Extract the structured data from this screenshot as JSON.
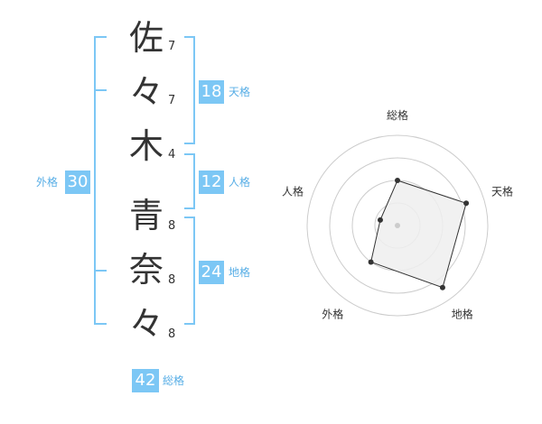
{
  "name_chars": [
    {
      "char": "佐",
      "strokes": "7"
    },
    {
      "char": "々",
      "strokes": "7"
    },
    {
      "char": "木",
      "strokes": "4"
    },
    {
      "char": "青",
      "strokes": "8"
    },
    {
      "char": "奈",
      "strokes": "8"
    },
    {
      "char": "々",
      "strokes": "8"
    }
  ],
  "scores": {
    "tenkaku": {
      "value": "18",
      "label": "天格"
    },
    "jinkaku": {
      "value": "12",
      "label": "人格"
    },
    "chikaku": {
      "value": "24",
      "label": "地格"
    },
    "gaikaku": {
      "value": "30",
      "label": "外格"
    },
    "soukaku": {
      "value": "42",
      "label": "総格"
    }
  },
  "chart_data": {
    "type": "radar",
    "axes": [
      "総格",
      "天格",
      "地格",
      "外格",
      "人格"
    ],
    "series": [
      {
        "values": [
          0.5,
          0.8,
          0.85,
          0.5,
          0.2
        ]
      }
    ],
    "rings": 4,
    "colors": {
      "fill": "#efefef",
      "stroke": "#333333",
      "ring": "#cccccc"
    }
  }
}
